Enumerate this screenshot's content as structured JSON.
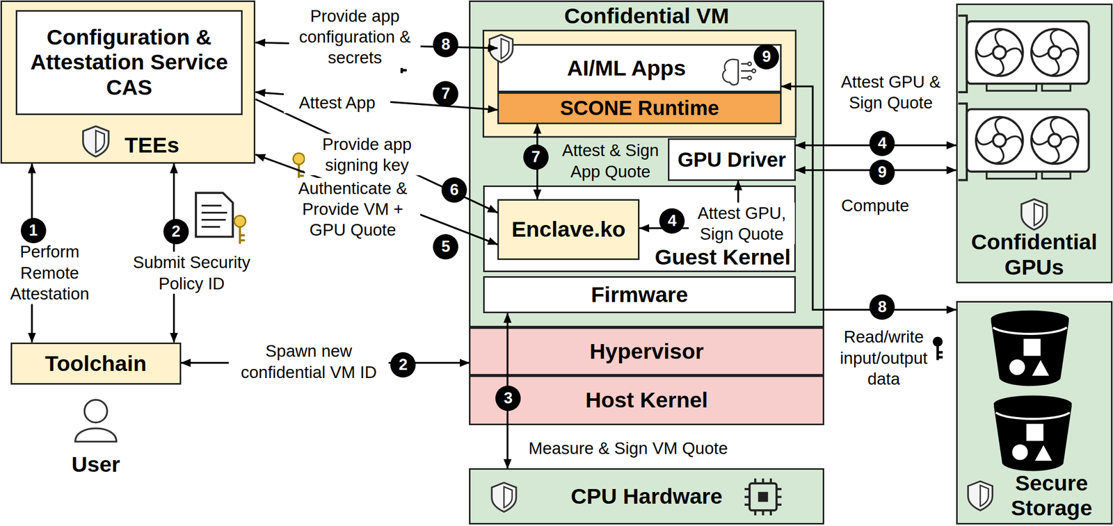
{
  "diagram": {
    "nodes": [
      {
        "text": [
          "TEEs"
        ]
      },
      {
        "text": [
          "Configuration & Attestation Service CAS"
        ],
        "in": 0
      },
      {
        "text": [
          "Confidential VM"
        ]
      },
      {
        "text": [
          "AI/ML Apps"
        ],
        "in": 2
      },
      {
        "text": [
          "SCONE Runtime"
        ],
        "in": 2
      },
      {
        "text": [
          "GPU Driver"
        ],
        "in": 2
      },
      {
        "text": [
          "Guest Kernel"
        ],
        "in": 2
      },
      {
        "text": [
          "Enclave.ko"
        ],
        "in": 6
      },
      {
        "text": [
          "Firmware"
        ],
        "in": 2
      },
      {
        "text": [
          "Hypervisor"
        ]
      },
      {
        "text": [
          "Host Kernel"
        ]
      },
      {
        "text": [
          "CPU Hardware"
        ]
      },
      {
        "text": [
          "Toolchain"
        ]
      },
      {
        "text": [
          "Confidential GPUs"
        ]
      },
      {
        "text": [
          "Secure Storage"
        ]
      }
    ],
    "edges": [
      {
        "from": 0,
        "to": 12,
        "arrow": "both",
        "label": "Perform Remote Attestation"
      },
      {
        "from": 0,
        "to": 12,
        "arrow": "both",
        "label": "Submit Security Policy ID"
      },
      {
        "from": 12,
        "to": 9,
        "arrow": "both",
        "label": "Spawn new confidential VM ID"
      },
      {
        "from": 8,
        "to": 11,
        "arrow": "both",
        "label": "Measure & Sign VM Quote"
      },
      {
        "from": 5,
        "to": 13,
        "arrow": "both",
        "label": "Attest GPU & Sign Quote"
      },
      {
        "from": 5,
        "to": 13,
        "arrow": "both",
        "label": "Compute"
      },
      {
        "from": 5,
        "to": 7,
        "arrow": "both",
        "label": "Attest GPU, Sign Quote"
      },
      {
        "from": 0,
        "to": 7,
        "arrow": "to",
        "label": "Provide app signing key"
      },
      {
        "from": 7,
        "to": 0,
        "arrow": "both",
        "label": "Authenticate & Provide VM + GPU Quote"
      },
      {
        "from": 0,
        "to": 4,
        "arrow": "both",
        "label": "Attest App"
      },
      {
        "from": 4,
        "to": 7,
        "arrow": "both",
        "label": "Attest & Sign App Quote"
      },
      {
        "from": 0,
        "to": 3,
        "arrow": "both",
        "label": "Provide app configuration & secrets"
      },
      {
        "from": 3,
        "to": 14,
        "arrow": "both",
        "label": "Read/write input/output data"
      }
    ],
    "labels": [
      "8",
      "9",
      "7",
      "4",
      "7",
      "9",
      "6",
      "4",
      "1",
      "2",
      "5",
      "8",
      "2",
      "3",
      "User"
    ]
  }
}
